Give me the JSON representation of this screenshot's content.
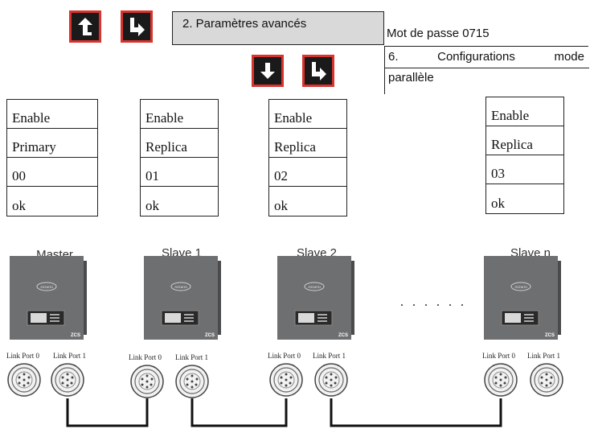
{
  "menu": {
    "title": "2. Paramètres avancés",
    "password": "Mot de passe 0715",
    "config_line1_words": [
      "6.",
      "Configurations",
      "mode"
    ],
    "config_line2": "parallèle"
  },
  "buttons": [
    {
      "icon": "up-arrow-icon"
    },
    {
      "icon": "enter-arrow-icon"
    },
    {
      "icon": "down-arrow-icon"
    },
    {
      "icon": "enter-arrow-icon"
    }
  ],
  "columns": [
    {
      "rows": [
        "Enable",
        "Primary",
        "00",
        "ok"
      ]
    },
    {
      "rows": [
        "Enable",
        "Replica",
        "01",
        "ok"
      ]
    },
    {
      "rows": [
        "Enable",
        "Replica",
        "02",
        "ok"
      ]
    },
    {
      "rows": [
        "Enable",
        "Replica",
        "03",
        "ok"
      ]
    }
  ],
  "units": [
    {
      "label": "Master",
      "brand": "Azzurro",
      "badge": "ZCS"
    },
    {
      "label": "Slave 1",
      "brand": "Azzurro",
      "badge": "ZCS"
    },
    {
      "label": "Slave 2",
      "brand": "Azzurro",
      "badge": "ZCS"
    },
    {
      "label": "Slave n",
      "brand": "Azzurro",
      "badge": "ZCS"
    }
  ],
  "ellipsis": "· · · · · ·",
  "port_labels": [
    "Link Port 0",
    "Link Port 1"
  ],
  "colors": {
    "button_border": "#d8332e",
    "button_fill": "#1a1a1a",
    "menu_fill": "#d9d9d9",
    "inverter": "#6e6f71"
  }
}
